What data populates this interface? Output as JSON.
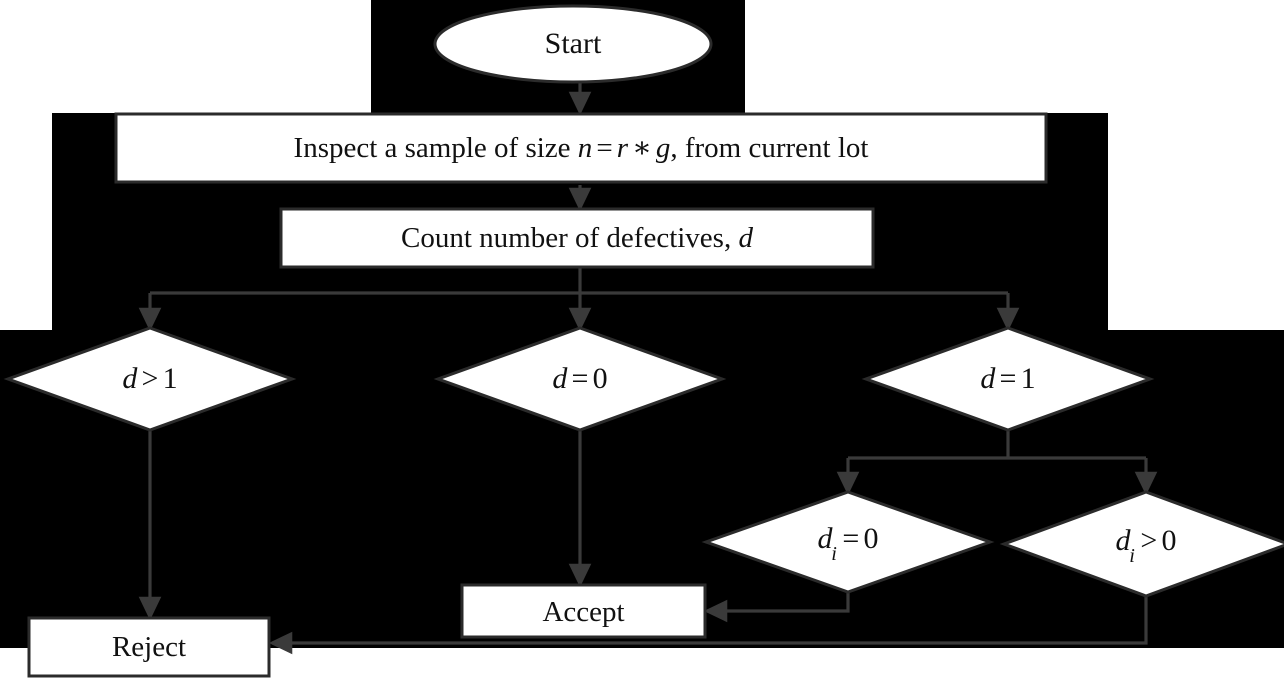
{
  "diagram": {
    "title": "Sampling inspection decision flowchart",
    "background_color": "#000000",
    "page_color": "#ffffff",
    "node_fill": "#ffffff",
    "node_stroke": "#2b2b2b",
    "connector_color": "#3a3a3a",
    "text_color": "#111111"
  },
  "nodes": {
    "start": {
      "shape": "ellipse",
      "label": "Start"
    },
    "inspect": {
      "shape": "process",
      "text_prefix": "Inspect a sample of size ",
      "var_n": "n",
      "equals": "=",
      "var_r": "r",
      "times": "∗",
      "var_g": "g",
      "text_suffix": ", from current lot",
      "label_plain": "Inspect a sample of size n = r * g, from current lot"
    },
    "count": {
      "shape": "process",
      "text_prefix": "Count number of defectives, ",
      "var_d": "d",
      "label_plain": "Count number of defectives, d"
    },
    "d_gt_1": {
      "shape": "decision",
      "var": "d",
      "op": ">",
      "value": "1",
      "label_plain": "d > 1"
    },
    "d_eq_0": {
      "shape": "decision",
      "var": "d",
      "op": "=",
      "value": "0",
      "label_plain": "d = 0"
    },
    "d_eq_1": {
      "shape": "decision",
      "var": "d",
      "op": "=",
      "value": "1",
      "label_plain": "d = 1"
    },
    "di_eq_0": {
      "shape": "decision",
      "var": "d",
      "subscript": "i",
      "op": "=",
      "value": "0",
      "label_plain": "d_i = 0"
    },
    "di_gt_0": {
      "shape": "decision",
      "var": "d",
      "subscript": "i",
      "op": ">",
      "value": "0",
      "label_plain": "d_i > 0"
    },
    "accept": {
      "shape": "process",
      "label": "Accept"
    },
    "reject": {
      "shape": "process",
      "label": "Reject"
    }
  },
  "edges": [
    {
      "id": "start-to-inspect",
      "from": "start",
      "to": "inspect",
      "type": "straight-down"
    },
    {
      "id": "inspect-to-count",
      "from": "inspect",
      "to": "count",
      "type": "straight-down"
    },
    {
      "id": "count-to-d-gt-1",
      "from": "count",
      "to": "d_gt_1",
      "type": "split-left"
    },
    {
      "id": "count-to-d-eq-0",
      "from": "count",
      "to": "d_eq_0",
      "type": "split-center"
    },
    {
      "id": "count-to-d-eq-1",
      "from": "count",
      "to": "d_eq_1",
      "type": "split-right"
    },
    {
      "id": "d-gt-1-to-reject",
      "from": "d_gt_1",
      "to": "reject",
      "type": "straight-down"
    },
    {
      "id": "d-eq-0-to-accept",
      "from": "d_eq_0",
      "to": "accept",
      "type": "straight-down"
    },
    {
      "id": "d-eq-1-to-di-eq-0",
      "from": "d_eq_1",
      "to": "di_eq_0",
      "type": "split-left"
    },
    {
      "id": "d-eq-1-to-di-gt-0",
      "from": "d_eq_1",
      "to": "di_gt_0",
      "type": "split-right"
    },
    {
      "id": "di-eq-0-to-accept",
      "from": "di_eq_0",
      "to": "accept",
      "type": "down-then-left"
    },
    {
      "id": "di-gt-0-to-reject",
      "from": "di_gt_0",
      "to": "reject",
      "type": "down-then-left"
    }
  ]
}
